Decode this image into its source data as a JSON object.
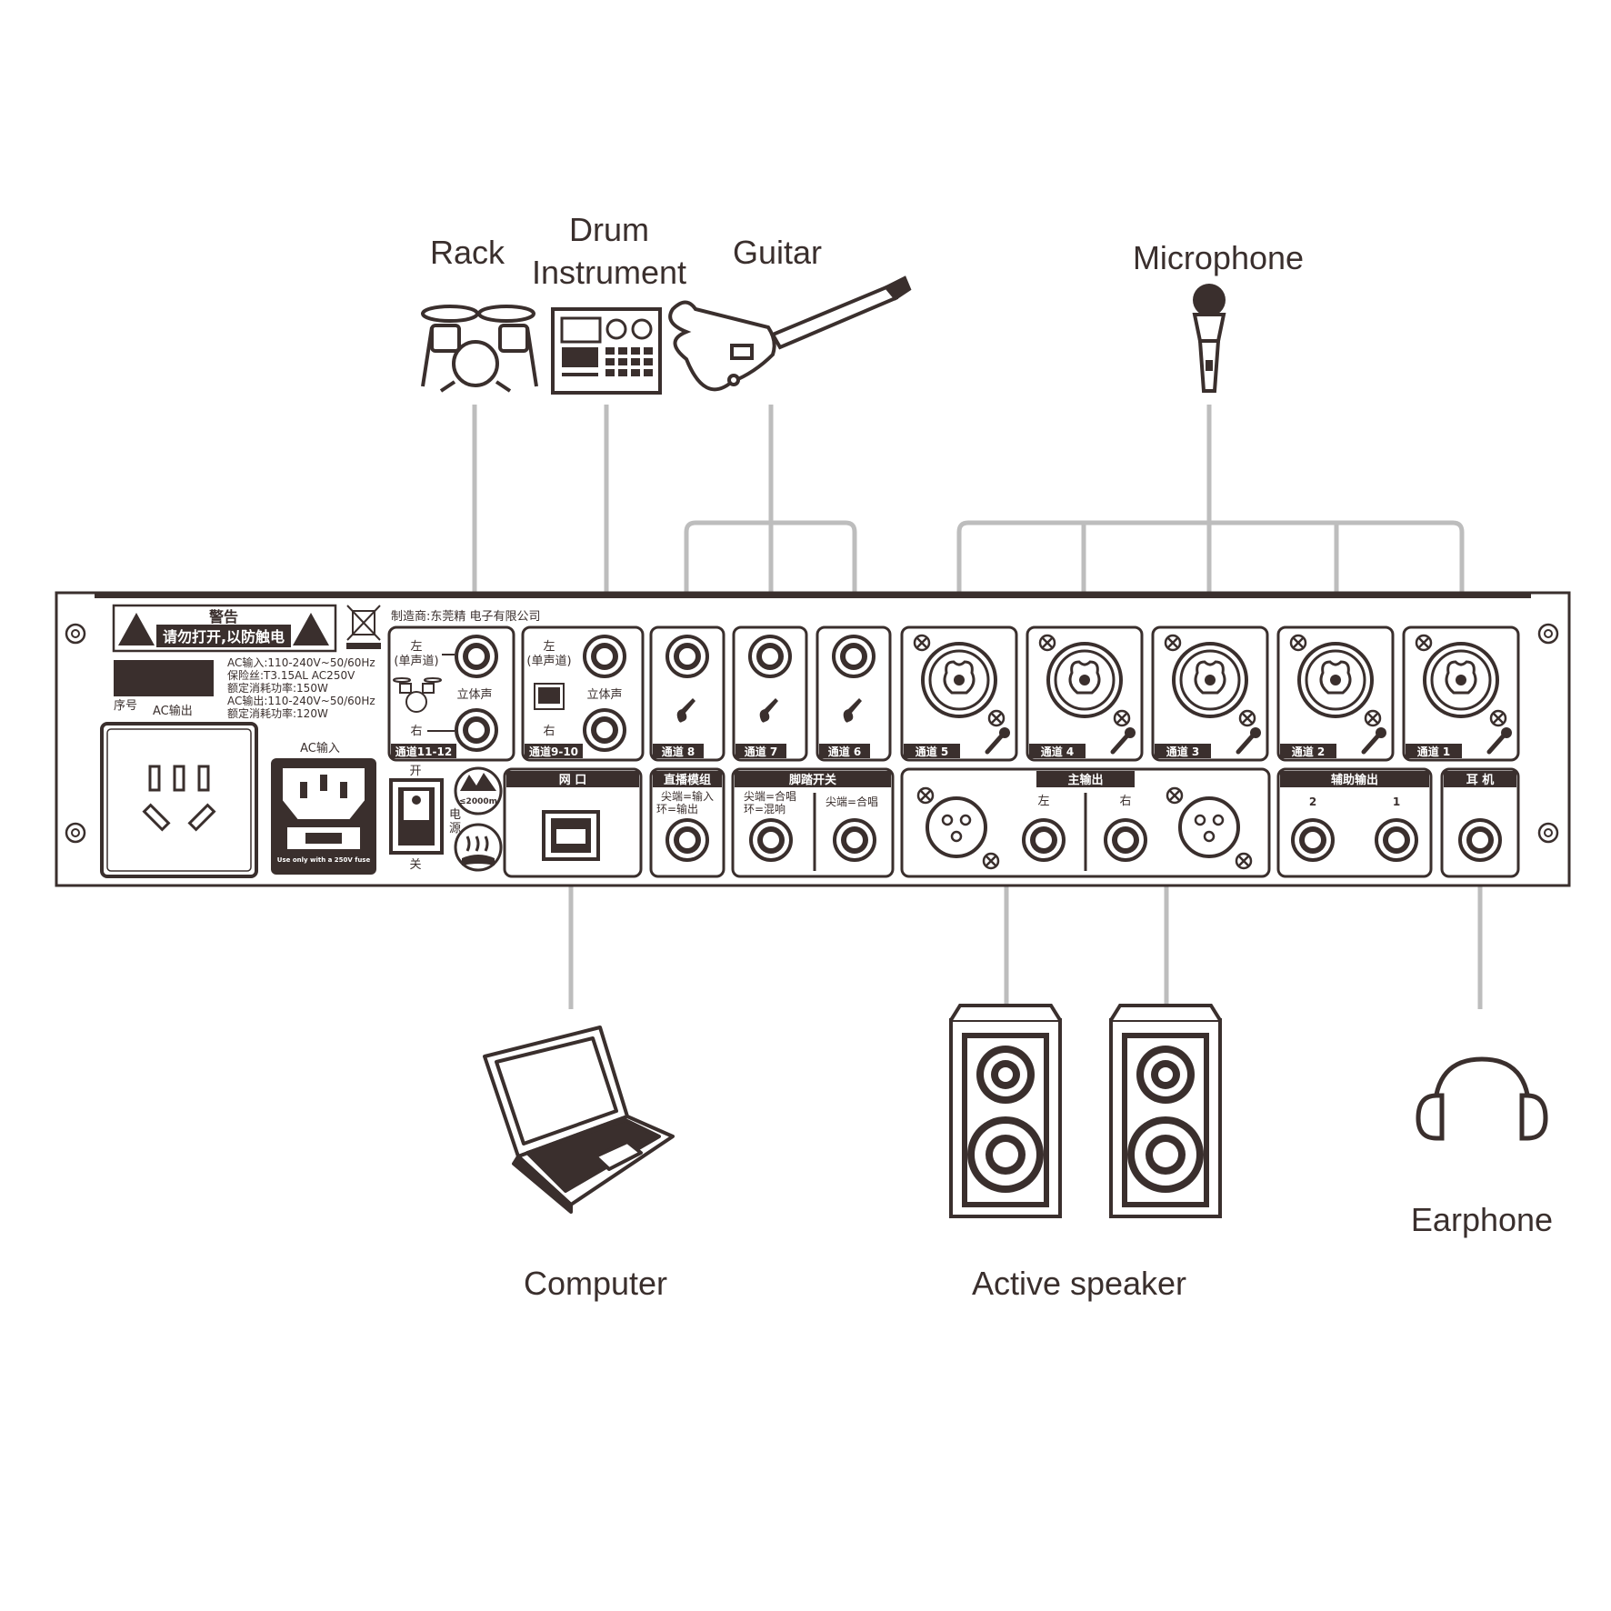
{
  "colors": {
    "ink": "#3a2f2d",
    "wire": "#bdbdbd",
    "paper": "#ffffff"
  },
  "sources": {
    "rack": "Rack",
    "drum_line1": "Drum",
    "drum_line2": "Instrument",
    "guitar": "Guitar",
    "microphone": "Microphone"
  },
  "destinations": {
    "computer": "Computer",
    "active_speaker": "Active speaker",
    "earphone": "Earphone"
  },
  "panel": {
    "warning_title": "警告",
    "warning_text": "请勿打开,以防触电",
    "manufacturer": "制造商:东莞精    电子有限公司",
    "spec_lines": [
      "AC输入:110-240V~50/60Hz",
      "保险丝:T3.15AL AC250V",
      "额定消耗功率:150W",
      "AC输出:110-240V~50/60Hz",
      "额定消耗功率:120W"
    ],
    "serial": "序号",
    "ac_out": "AC输出",
    "ac_in": "AC输入",
    "fuse_note": "Use only with a 250V fuse",
    "switch_on": "开",
    "switch_off": "关",
    "power_label_1": "电",
    "power_label_2": "源",
    "altitude": "≤2000m",
    "left": "左",
    "mono": "(单声道)",
    "right": "右",
    "stereo": "立体声",
    "ch_11_12": "通道11-12",
    "ch_9_10": "通道9-10",
    "channels_guitar": [
      "通道 8",
      "通道 7",
      "通道 6"
    ],
    "channels_mic": [
      "通道 5",
      "通道 4",
      "通道 3",
      "通道 2",
      "通道 1"
    ],
    "network": "网  口",
    "live_module": "直播模组",
    "live_tip": "尖端=输入",
    "live_ring": "环=输出",
    "footswitch": "脚踏开关",
    "foot_tip": "尖端=合唱",
    "foot_ring": "环=混响",
    "foot_tip2": "尖端=合唱",
    "main_out": "主输出",
    "main_left": "左",
    "main_right": "右",
    "aux_out": "辅助输出",
    "aux_2": "2",
    "aux_1": "1",
    "headphone": "耳  机"
  }
}
